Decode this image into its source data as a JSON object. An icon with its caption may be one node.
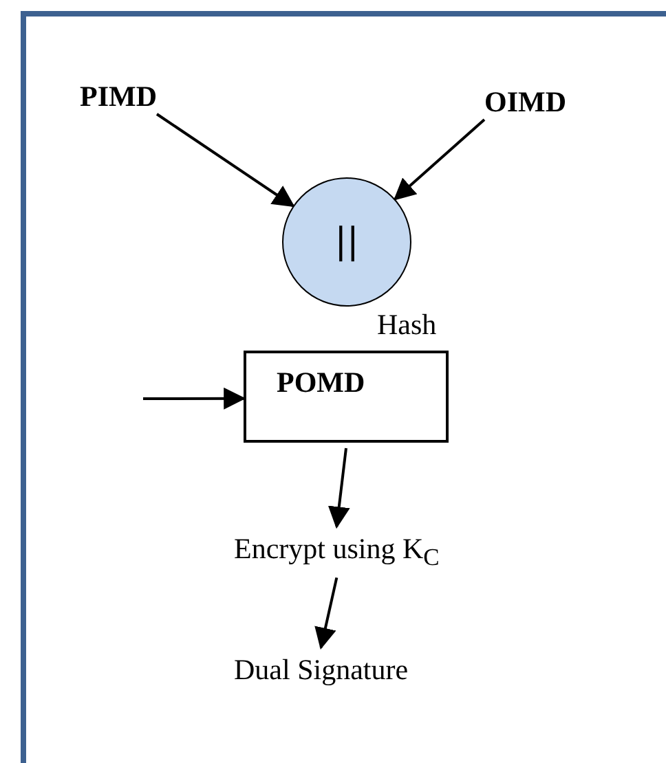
{
  "diagram": {
    "nodes": [
      {
        "text": [
          "PIMD"
        ]
      },
      {
        "text": [
          "OIMD"
        ]
      },
      {
        "text": [
          "||"
        ]
      },
      {
        "text": [
          "POMD"
        ]
      },
      {
        "text": [
          "Encrypt using K$_{C}$"
        ]
      },
      {
        "text": [
          "Dual Signature"
        ]
      }
    ],
    "edges": [
      {
        "from": 0,
        "to": 2,
        "arrow": "to"
      },
      {
        "from": 1,
        "to": 2,
        "arrow": "to"
      },
      {
        "from": null,
        "to": 3,
        "arrow": "to"
      },
      {
        "from": 3,
        "to": 4,
        "arrow": "to"
      },
      {
        "from": 4,
        "to": 5,
        "arrow": "to"
      }
    ],
    "labels": [
      "Hash"
    ]
  }
}
